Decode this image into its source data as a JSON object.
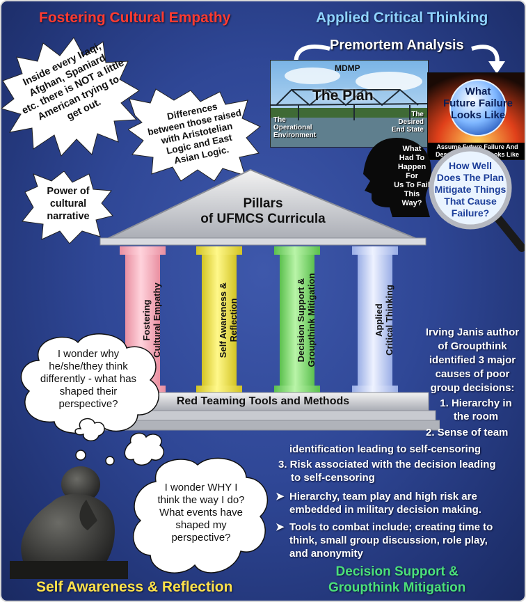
{
  "headings": {
    "empathy": "Fostering Cultural Empathy",
    "critical": "Applied Critical Thinking",
    "self_awareness": "Self Awareness & Reflection",
    "decision_line1": "Decision Support &",
    "decision_line2": "Groupthink Mitigation"
  },
  "bursts": {
    "iraqi": [
      "Inside every Iraqi,",
      "Afghan, Spaniard",
      "etc. there is NOT a little",
      "American trying to",
      "get out."
    ],
    "logic": [
      "Differences",
      "between those raised",
      "with Aristotelian",
      "Logic and East",
      "Asian Logic."
    ],
    "narrative": [
      "Power of",
      "cultural",
      "narrative"
    ]
  },
  "premortem": {
    "title": "Premortem Analysis",
    "mdmp": "MDMP",
    "plan": "The Plan",
    "operational_env": [
      "The",
      "Operational",
      "Environment"
    ],
    "desired_end": [
      "The",
      "Desired",
      "End State"
    ],
    "future_failure": [
      "What",
      "Future Failure",
      "Looks Like"
    ],
    "assume": [
      "Assume Future Failure And",
      "Describe What it Looks Like"
    ],
    "what_had": [
      "What",
      "Had To",
      "Happen For",
      "Us To Fail",
      "This",
      "Way?"
    ],
    "how_well": [
      "How Well",
      "Does The Plan",
      "Mitigate Things",
      "That Cause",
      "Failure?"
    ]
  },
  "temple": {
    "title_line1": "Pillars",
    "title_line2": "of UFMCS Curricula",
    "base": "Red Teaming Tools and Methods",
    "pillars": [
      {
        "line1": "Fostering",
        "line2": "Cultural Empathy",
        "color": "#f7b6c2"
      },
      {
        "line1": "Self Awareness &",
        "line2": "Reflection",
        "color": "#f3ec5a"
      },
      {
        "line1": "Decision Support &",
        "line2": "Groupthink Mitigation",
        "color": "#8fe07f"
      },
      {
        "line1": "Applied",
        "line2": "Critical Thinking",
        "color": "#c7d3f7"
      }
    ]
  },
  "thoughts": {
    "wonder_they": [
      "I wonder why",
      "he/she/they think",
      "differently - what has",
      "shaped their",
      "perspective?"
    ],
    "wonder_i": [
      "I wonder WHY I",
      "think the way I do?",
      "What events have",
      "shaped my",
      "perspective?"
    ]
  },
  "janis": {
    "intro": [
      "Irving Janis author",
      "of Groupthink",
      "identified 3 major",
      "causes of poor",
      "group decisions:"
    ],
    "item1": [
      "1. Hierarchy in",
      "the room"
    ],
    "item2": "2. Sense of team",
    "item2_cont": "identification leading to self-censoring",
    "item3": [
      "3. Risk associated with the decision leading",
      "to self-censoring"
    ],
    "bullet1": [
      "Hierarchy, team play and  high risk are",
      "embedded in military decision making."
    ],
    "bullet2": [
      "Tools to combat include; creating time to",
      "think, small group discussion, role play,",
      "and anonymity"
    ],
    "bullet_glyph": "➤"
  }
}
